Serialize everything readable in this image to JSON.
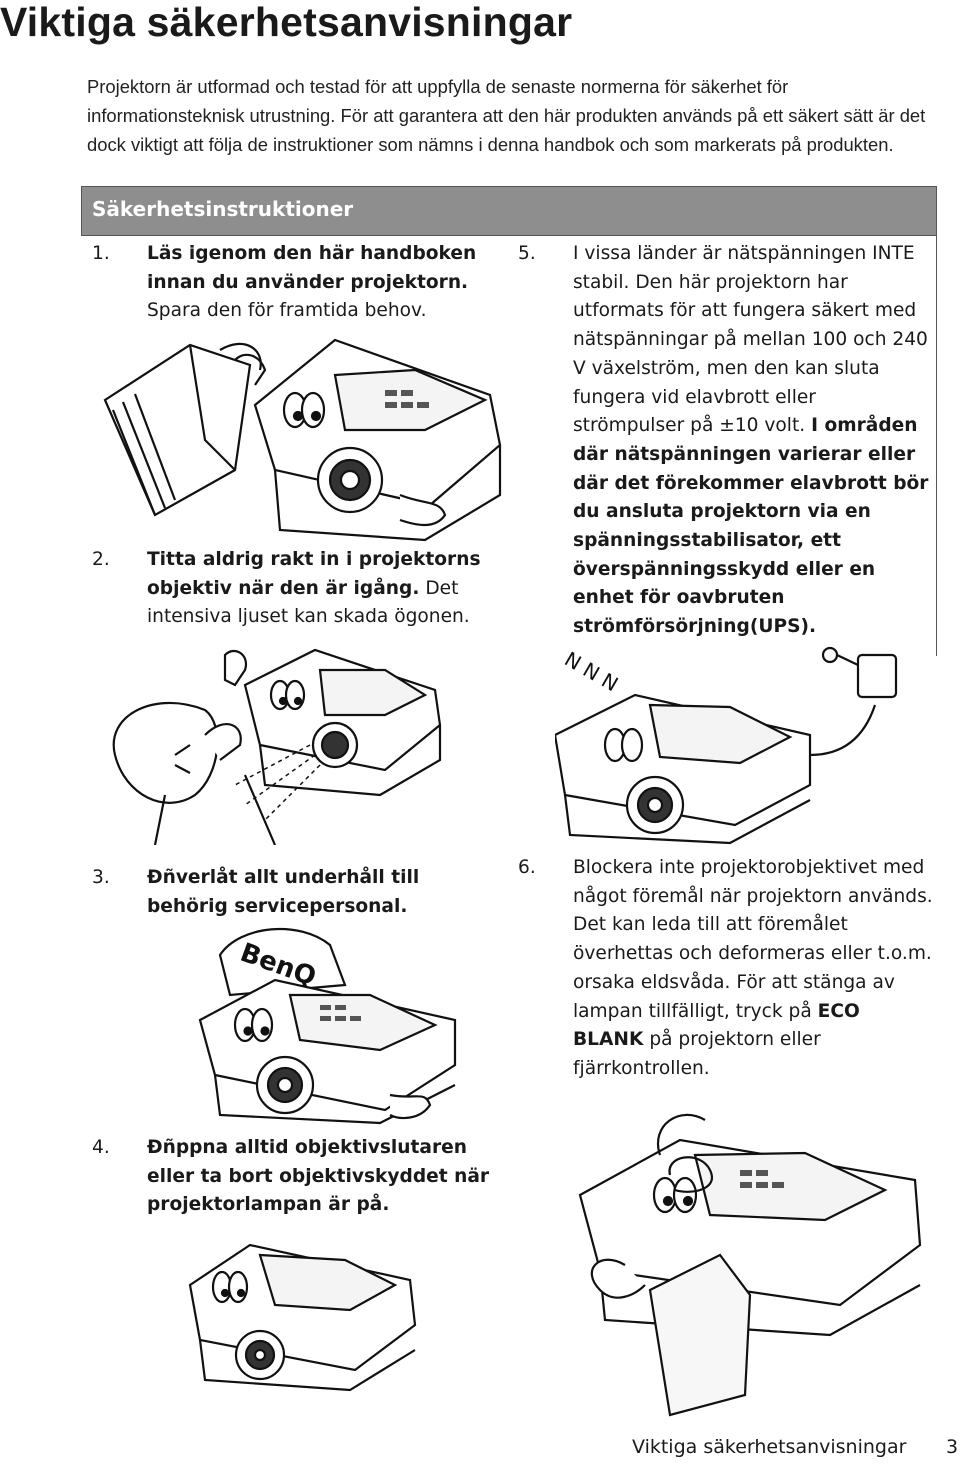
{
  "page": {
    "title": "Viktiga säkerhetsanvisningar",
    "intro": "Projektorn är utformad och testad för att uppfylla de senaste normerna för säkerhet för informationsteknisk utrustning. För att garantera att den här produkten används på ett säkert sätt är det dock viktigt att följa de instruktioner som nämns i denna handbok och som markerats på produkten."
  },
  "section": {
    "title": "Säkerhetsinstruktioner"
  },
  "items": [
    {
      "num": "1.",
      "bold": "Läs igenom den här handboken innan du använder projektorn.",
      "rest": "Spara den för framtida behov."
    },
    {
      "num": "2.",
      "bold": "Titta aldrig rakt in i projektorns objektiv när den är igång.",
      "rest": "Det intensiva ljuset kan skada ögonen."
    },
    {
      "num": "3.",
      "bold": "Ðñverlåt allt underhåll till behörig servicepersonal.",
      "rest": ""
    },
    {
      "num": "4.",
      "bold": "Ðñppna alltid objektivslutaren eller ta bort objektivskyddet när projektorlampan är på.",
      "rest": ""
    },
    {
      "num": "5.",
      "pre": "I vissa länder är nätspänningen INTE stabil. Den här projektorn har utformats för att fungera säkert med nätspänningar på mellan 100 och 240 V växelström, men den kan sluta fungera vid elavbrott eller strömpulser på ±10 volt.",
      "bold": "I områden där nätspänningen varierar eller där det förekommer elavbrott bör du ansluta projektorn via en spänningsstabilisator, ett överspänningsskydd eller en enhet för oavbruten strömförsörjning(UPS)."
    },
    {
      "num": "6.",
      "pre": "Blockera inte projektorobjektivet med något föremål när projektorn används. Det kan leda till att föremålet överhettas och deformeras eller t.o.m. orsaka eldsvåda. För att stänga av lampan tillfälligt, tryck på",
      "bold": "ECO BLANK",
      "post": "på projektorn eller fjärrkontrollen."
    }
  ],
  "illustrations": {
    "cap_logo": "BenQ",
    "sleep": "N N N"
  },
  "footer": {
    "text": "Viktiga säkerhetsanvisningar",
    "page_number": "3"
  }
}
